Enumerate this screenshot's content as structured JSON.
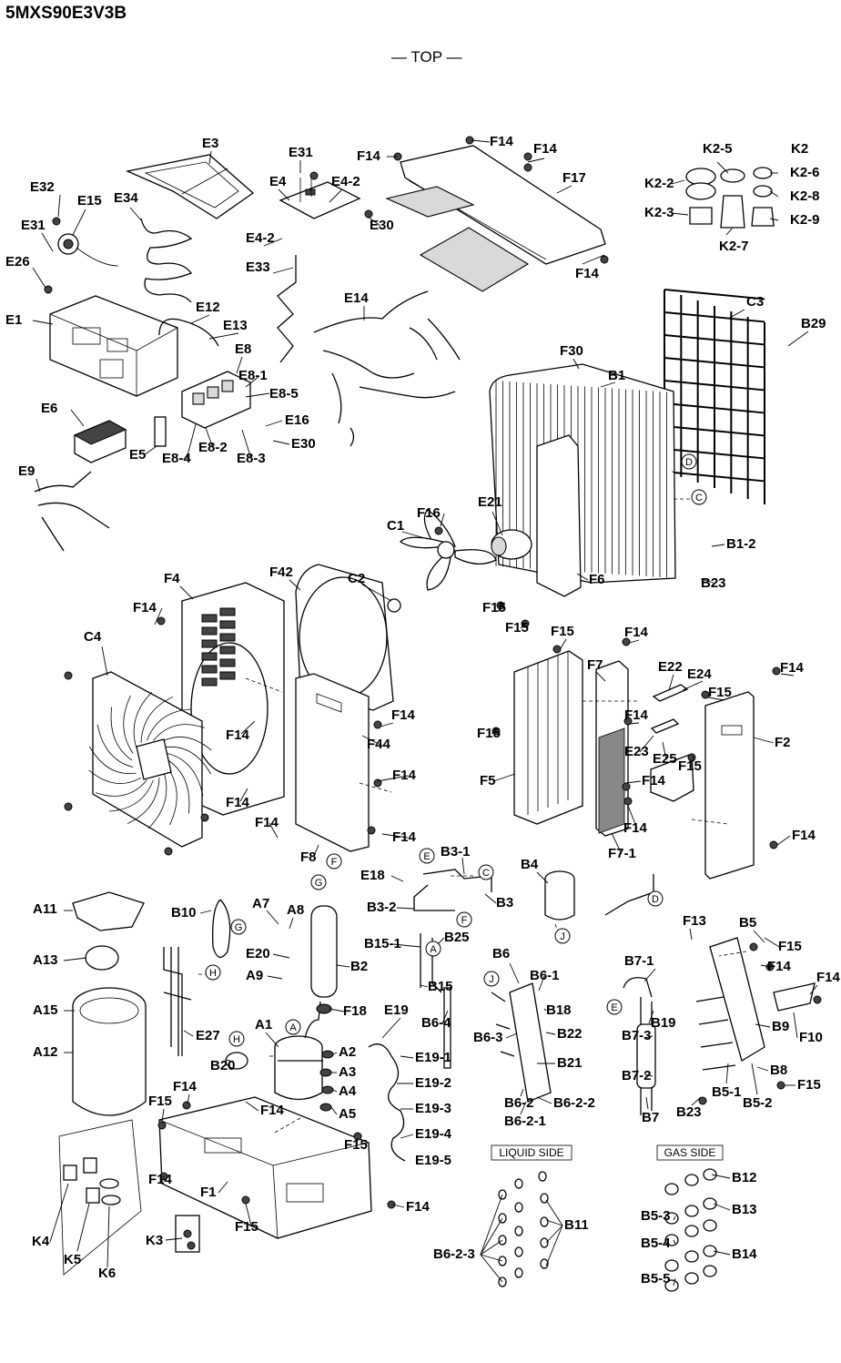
{
  "title": "5MXS90E3V3B",
  "view_heading": "— TOP —",
  "boxes": {
    "liquid_side": "LIQUID SIDE",
    "gas_side": "GAS SIDE"
  },
  "labels": {
    "E3": "E3",
    "E31a": "E31",
    "F14a": "F14",
    "F14b": "F14",
    "F14c": "F14",
    "K2": "K2",
    "K25": "K2-5",
    "K22": "K2-2",
    "K26": "K2-6",
    "K28": "K2-8",
    "K23": "K2-3",
    "K29": "K2-9",
    "K27": "K2-7",
    "E32": "E32",
    "E15": "E15",
    "E34": "E34",
    "E4": "E4",
    "E42a": "E4-2",
    "E30a": "E30",
    "F17": "F17",
    "E31b": "E31",
    "E26": "E26",
    "E42b": "E4-2",
    "E33": "E33",
    "F14d": "F14",
    "C3": "C3",
    "B29": "B29",
    "E14": "E14",
    "E1": "E1",
    "E12": "E12",
    "E13": "E13",
    "E8": "E8",
    "E81": "E8-1",
    "E85": "E8-5",
    "F30": "F30",
    "B1": "B1",
    "E6": "E6",
    "E16": "E16",
    "E30b": "E30",
    "E5": "E5",
    "E84": "E8-4",
    "E82": "E8-2",
    "E83": "E8-3",
    "E9": "E9",
    "cD1": "D",
    "cC1": "C",
    "C1": "C1",
    "F16": "F16",
    "E21": "E21",
    "B12x": "B1-2",
    "F42": "F42",
    "F4": "F4",
    "C2": "C2",
    "F6": "F6",
    "F14e": "F14",
    "F15a": "F15",
    "B23a": "B23",
    "F15b": "F15",
    "C4": "C4",
    "F15c": "F15",
    "F14f": "F14",
    "F7": "F7",
    "E22": "E22",
    "E24": "E24",
    "F14g": "F14",
    "F15d": "F15",
    "F14h": "F14",
    "F14i": "F14",
    "F44": "F44",
    "F15e": "F15",
    "F14j": "F14",
    "E23": "E23",
    "E25": "E25",
    "F15f": "F15",
    "F2": "F2",
    "F14k": "F14",
    "F5": "F5",
    "F14l": "F14",
    "F14m": "F14",
    "F14n": "F14",
    "F14o": "F14",
    "F14p": "F14",
    "F71": "F7-1",
    "F14q": "F14",
    "F8": "F8",
    "cF": "F",
    "cG": "G",
    "cE": "E",
    "B31": "B3-1",
    "E18": "E18",
    "B4": "B4",
    "cC2": "C",
    "B3": "B3",
    "B32": "B3-2",
    "A11": "A11",
    "B10": "B10",
    "A7": "A7",
    "A8": "A8",
    "cG2": "G",
    "cF2": "F",
    "B25": "B25",
    "cJ": "J",
    "cD2": "D",
    "F13": "F13",
    "B5": "B5",
    "F15g": "F15",
    "B151": "B15-1",
    "cA": "A",
    "E20": "E20",
    "A13": "A13",
    "B2": "B2",
    "B6": "B6",
    "B61": "B6-1",
    "B71": "B7-1",
    "F14r": "F14",
    "F14s": "F14",
    "A9": "A9",
    "cH": "H",
    "B15": "B15",
    "cJ2": "J",
    "B18": "B18",
    "A15": "A15",
    "F18": "F18",
    "cA2": "A",
    "E19": "E19",
    "B64": "B6-4",
    "B63": "B6-3",
    "B22": "B22",
    "cE2": "E",
    "B19": "B19",
    "B9": "B9",
    "F10": "F10",
    "E27": "E27",
    "A1": "A1",
    "cH2": "H",
    "A12": "A12",
    "B73": "B7-3",
    "A2": "A2",
    "B20": "B20",
    "E191": "E19-1",
    "A3": "A3",
    "B21": "B21",
    "B8": "B8",
    "B72": "B7-2",
    "F15h": "F15",
    "E192": "E19-2",
    "A4": "A4",
    "F14t": "F14",
    "F15i": "F15",
    "F14u": "F14",
    "A5": "A5",
    "E193": "E19-3",
    "B62": "B6-2",
    "B622": "B6-2-2",
    "B621": "B6-2-1",
    "B7": "B7",
    "B23b": "B23",
    "B51": "B5-1",
    "B52": "B5-2",
    "E194": "E19-4",
    "F15j": "F15",
    "B12": "B12",
    "F14v": "F14",
    "E195": "E19-5",
    "F1": "F1",
    "B11": "B11",
    "B13": "B13",
    "B53": "B5-3",
    "F14w": "F14",
    "F15k": "F15",
    "B54": "B5-4",
    "B14": "B14",
    "K3": "K3",
    "K4": "K4",
    "B623": "B6-2-3",
    "B55": "B5-5",
    "K5": "K5",
    "K6": "K6"
  }
}
